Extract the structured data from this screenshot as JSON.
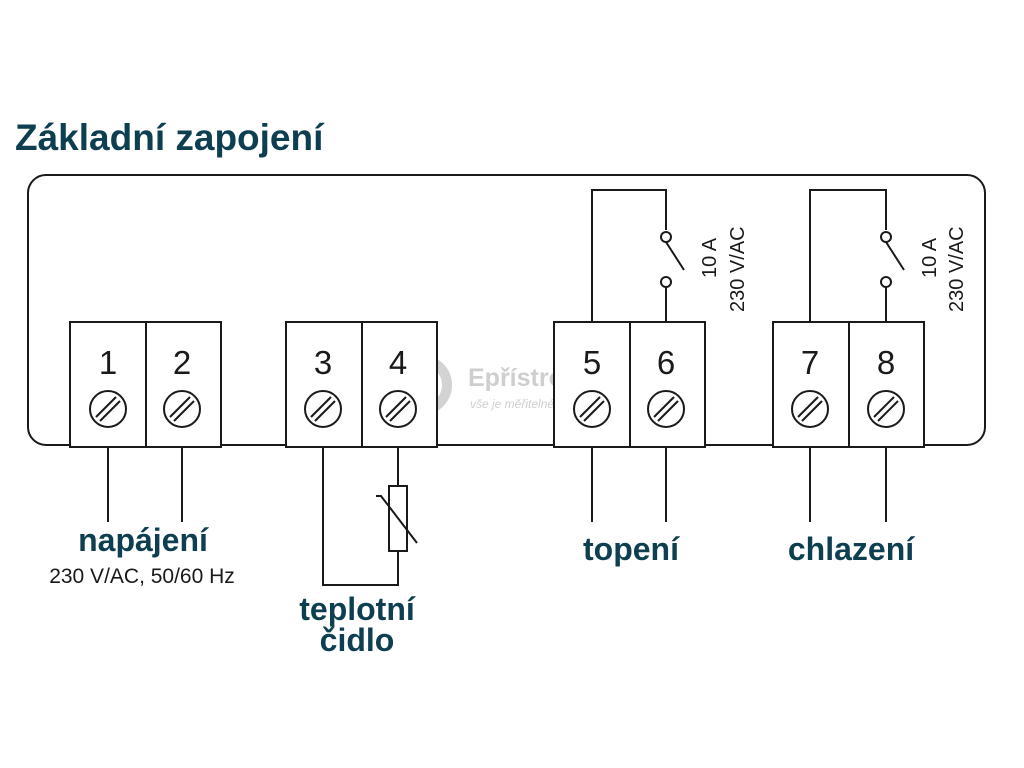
{
  "title": "Základní zapojení",
  "colors": {
    "heading": "#0e3f50",
    "line": "#1a1a1a",
    "watermark": "#c9c9c9"
  },
  "terminals": [
    "1",
    "2",
    "3",
    "4",
    "5",
    "6",
    "7",
    "8"
  ],
  "groups": {
    "power": {
      "label": "napájení",
      "sublabel": "230 V/AC, 50/60 Hz"
    },
    "sensor": {
      "label_line1": "teplotní",
      "label_line2": "čidlo"
    },
    "heating": {
      "label": "topení",
      "rating_line1": "10 A",
      "rating_line2": "230 V/AC"
    },
    "cooling": {
      "label": "chlazení",
      "rating_line1": "10 A",
      "rating_line2": "230 V/AC"
    }
  },
  "watermark": {
    "brand": "Epřístroje.cz",
    "tagline": "vše je měřitelné"
  }
}
